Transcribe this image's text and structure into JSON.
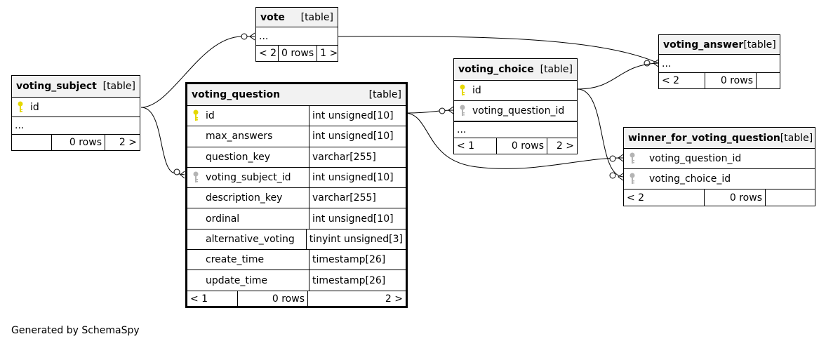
{
  "footer_text": "Generated by SchemaSpy",
  "colors": {
    "primary_key": "#e5d800",
    "foreign_key": "#b4b4b4",
    "header_bg": "#f2f2f2"
  },
  "tables": {
    "vote": {
      "name": "vote",
      "type": "[table]",
      "ellipsis": "...",
      "footer": [
        "< 2",
        "0 rows",
        "1 >"
      ]
    },
    "voting_answer": {
      "name": "voting_answer",
      "type": "[table]",
      "ellipsis": "...",
      "footer": [
        "< 2",
        "0 rows",
        ""
      ]
    },
    "voting_subject": {
      "name": "voting_subject",
      "type": "[table]",
      "columns": [
        {
          "name": "id",
          "key": "primary-key"
        }
      ],
      "ellipsis": "...",
      "footer": [
        "",
        "0 rows",
        "2 >"
      ]
    },
    "voting_question": {
      "name": "voting_question",
      "type": "[table]",
      "columns": [
        {
          "name": "id",
          "datatype": "int unsigned[10]",
          "key": "primary-key"
        },
        {
          "name": "max_answers",
          "datatype": "int unsigned[10]",
          "key": ""
        },
        {
          "name": "question_key",
          "datatype": "varchar[255]",
          "key": ""
        },
        {
          "name": "voting_subject_id",
          "datatype": "int unsigned[10]",
          "key": "foreign-key"
        },
        {
          "name": "description_key",
          "datatype": "varchar[255]",
          "key": ""
        },
        {
          "name": "ordinal",
          "datatype": "int unsigned[10]",
          "key": ""
        },
        {
          "name": "alternative_voting",
          "datatype": "tinyint unsigned[3]",
          "key": ""
        },
        {
          "name": "create_time",
          "datatype": "timestamp[26]",
          "key": ""
        },
        {
          "name": "update_time",
          "datatype": "timestamp[26]",
          "key": ""
        }
      ],
      "footer": [
        "< 1",
        "0 rows",
        "2 >"
      ]
    },
    "voting_choice": {
      "name": "voting_choice",
      "type": "[table]",
      "columns": [
        {
          "name": "id",
          "key": "primary-key"
        },
        {
          "name": "voting_question_id",
          "key": "foreign-key"
        }
      ],
      "ellipsis": "...",
      "footer": [
        "< 1",
        "0 rows",
        "2 >"
      ]
    },
    "winner_for_voting_question": {
      "name": "winner_for_voting_question",
      "type": "[table]",
      "columns": [
        {
          "name": "voting_question_id",
          "key": "foreign-key"
        },
        {
          "name": "voting_choice_id",
          "key": "foreign-key"
        }
      ],
      "footer": [
        "< 2",
        "0 rows",
        ""
      ]
    }
  }
}
